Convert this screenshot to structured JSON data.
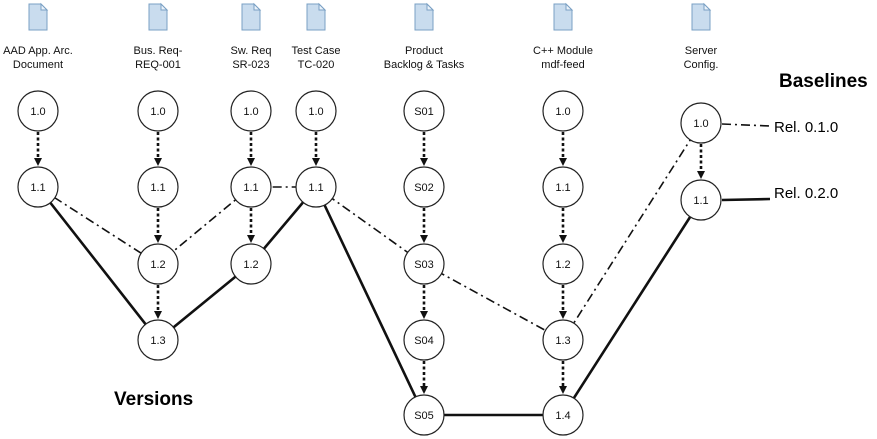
{
  "artifacts": [
    {
      "id": "aad",
      "lines": [
        "AAD App. Arc.",
        "Document"
      ],
      "icon": "document-icon"
    },
    {
      "id": "bus",
      "lines": [
        "Bus. Req-",
        "REQ-001"
      ],
      "icon": "document-icon"
    },
    {
      "id": "sw",
      "lines": [
        "Sw. Req",
        "SR-023"
      ],
      "icon": "document-icon"
    },
    {
      "id": "tc",
      "lines": [
        "Test Case",
        "TC-020"
      ],
      "icon": "document-icon"
    },
    {
      "id": "pb",
      "lines": [
        "Product",
        "Backlog & Tasks"
      ],
      "icon": "document-icon"
    },
    {
      "id": "cpp",
      "lines": [
        "C++ Module",
        "mdf-feed"
      ],
      "icon": "document-icon"
    },
    {
      "id": "srv",
      "lines": [
        "Server",
        "Config."
      ],
      "icon": "document-icon"
    }
  ],
  "nodes": [
    {
      "id": "aad-1.0",
      "label": "1.0"
    },
    {
      "id": "aad-1.1",
      "label": "1.1"
    },
    {
      "id": "bus-1.0",
      "label": "1.0"
    },
    {
      "id": "bus-1.1",
      "label": "1.1"
    },
    {
      "id": "bus-1.2",
      "label": "1.2"
    },
    {
      "id": "bus-1.3",
      "label": "1.3"
    },
    {
      "id": "sw-1.0",
      "label": "1.0"
    },
    {
      "id": "sw-1.1",
      "label": "1.1"
    },
    {
      "id": "sw-1.2",
      "label": "1.2"
    },
    {
      "id": "tc-1.0",
      "label": "1.0"
    },
    {
      "id": "tc-1.1",
      "label": "1.1"
    },
    {
      "id": "pb-s01",
      "label": "S01"
    },
    {
      "id": "pb-s02",
      "label": "S02"
    },
    {
      "id": "pb-s03",
      "label": "S03"
    },
    {
      "id": "pb-s04",
      "label": "S04"
    },
    {
      "id": "pb-s05",
      "label": "S05"
    },
    {
      "id": "cpp-1.0",
      "label": "1.0"
    },
    {
      "id": "cpp-1.1",
      "label": "1.1"
    },
    {
      "id": "cpp-1.2",
      "label": "1.2"
    },
    {
      "id": "cpp-1.3",
      "label": "1.3"
    },
    {
      "id": "cpp-1.4",
      "label": "1.4"
    },
    {
      "id": "srv-1.0",
      "label": "1.0"
    },
    {
      "id": "srv-1.1",
      "label": "1.1"
    }
  ],
  "version_arrows": [
    [
      "aad-1.0",
      "aad-1.1"
    ],
    [
      "bus-1.0",
      "bus-1.1"
    ],
    [
      "bus-1.1",
      "bus-1.2"
    ],
    [
      "bus-1.2",
      "bus-1.3"
    ],
    [
      "sw-1.0",
      "sw-1.1"
    ],
    [
      "sw-1.1",
      "sw-1.2"
    ],
    [
      "tc-1.0",
      "tc-1.1"
    ],
    [
      "pb-s01",
      "pb-s02"
    ],
    [
      "pb-s02",
      "pb-s03"
    ],
    [
      "pb-s03",
      "pb-s04"
    ],
    [
      "pb-s04",
      "pb-s05"
    ],
    [
      "cpp-1.0",
      "cpp-1.1"
    ],
    [
      "cpp-1.1",
      "cpp-1.2"
    ],
    [
      "cpp-1.2",
      "cpp-1.3"
    ],
    [
      "cpp-1.3",
      "cpp-1.4"
    ],
    [
      "srv-1.0",
      "srv-1.1"
    ]
  ],
  "baselines": [
    {
      "label": "Rel. 0.1.0",
      "style": "dash-dot",
      "path": [
        "aad-1.1",
        "bus-1.2",
        "sw-1.1",
        "tc-1.1",
        "pb-s03",
        "cpp-1.3",
        "srv-1.0"
      ]
    },
    {
      "label": "Rel. 0.2.0",
      "style": "solid",
      "path": [
        "aad-1.1",
        "bus-1.3",
        "sw-1.2",
        "tc-1.1",
        "pb-s05",
        "cpp-1.4",
        "srv-1.1"
      ]
    }
  ],
  "labels": {
    "baselines_title": "Baselines",
    "versions_title": "Versions"
  }
}
